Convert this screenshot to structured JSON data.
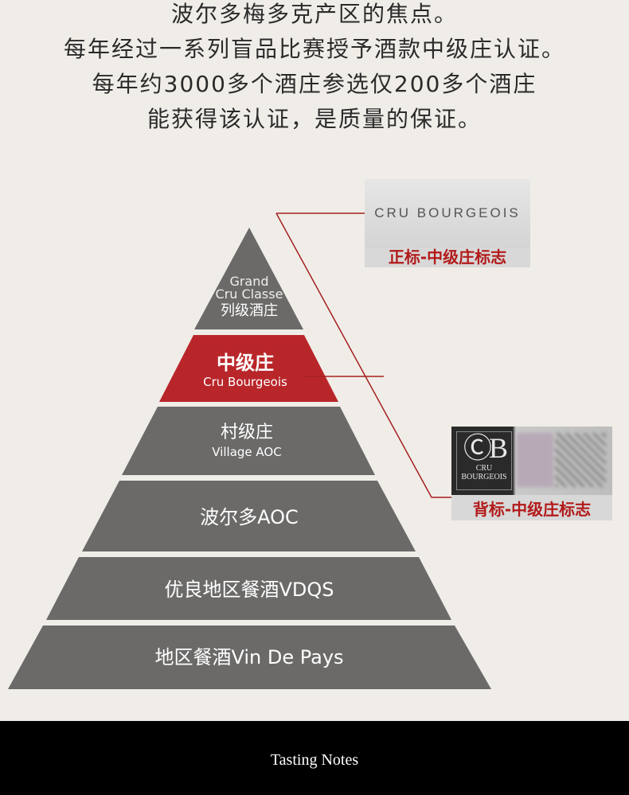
{
  "intro": {
    "lines": [
      "波尔多梅多克产区的焦点。",
      "每年经过一系列盲品比赛授予酒款中级庄认证。",
      "每年约3000多个酒庄参选仅200多个酒庄",
      "能获得该认证，是质量的保证。"
    ]
  },
  "pyramid": {
    "tiers": [
      {
        "line1": "Grand",
        "line2": "Cru Classe",
        "line3": "列级酒庄"
      },
      {
        "cn": "中级庄",
        "en": "Cru Bourgeois"
      },
      {
        "cn": "村级庄",
        "en": "Village AOC"
      },
      {
        "label": "波尔多AOC"
      },
      {
        "label": "优良地区餐酒VDQS"
      },
      {
        "label": "地区餐酒Vin De Pays"
      }
    ],
    "colors": {
      "gray": "#6b6a69",
      "highlight": "#b9262a",
      "line": "#a52020"
    }
  },
  "labels": {
    "front": {
      "image_text": "CRU BOURGEOIS",
      "caption": "正标-中级庄标志"
    },
    "back": {
      "logo_line1": "CRU",
      "logo_line2": "BOURGEOIS",
      "caption": "背标-中级庄标志"
    }
  },
  "footer": {
    "text": "Tasting Notes"
  }
}
